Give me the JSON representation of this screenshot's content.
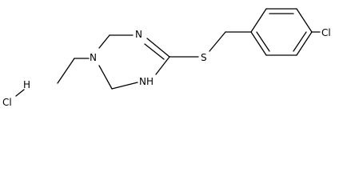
{
  "diagram": {
    "type": "chemical-structure",
    "atom_labels": {
      "n_imine": "N",
      "n_ethyl": "N",
      "nh": "NH",
      "sulfur": "S",
      "chlorine": "Cl",
      "hcl_h": "H",
      "hcl_cl": "Cl"
    }
  }
}
